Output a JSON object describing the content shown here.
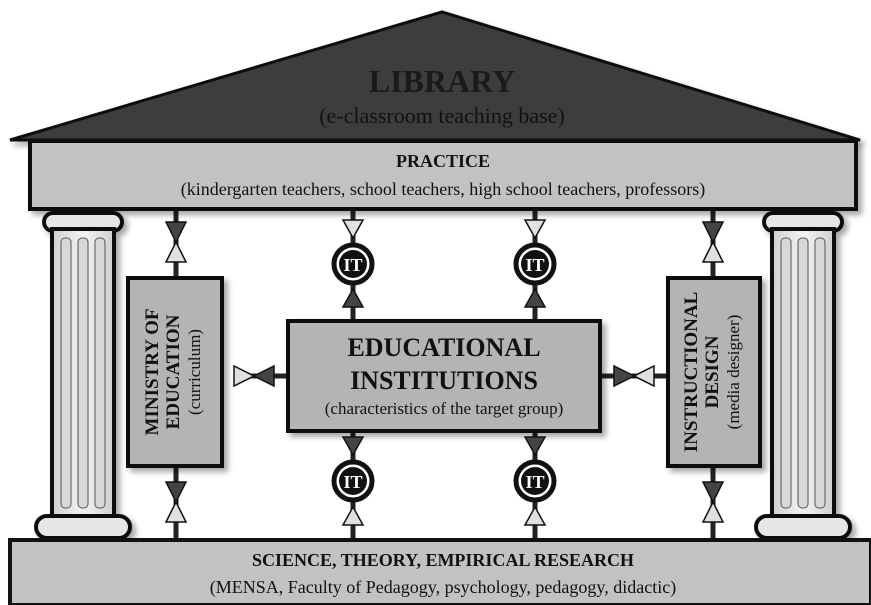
{
  "library": {
    "title": "LIBRARY",
    "subtitle": "(e-classroom teaching base)"
  },
  "practice": {
    "title": "PRACTICE",
    "subtitle": "(kindergarten teachers, school teachers, high school teachers, professors)"
  },
  "ministry": {
    "line1": "MINISTRY OF",
    "line2": "EDUCATION",
    "line3": "(curriculum)"
  },
  "institutions": {
    "line1": "EDUCATIONAL",
    "line2": "INSTITUTIONS",
    "line3": "(characteristics of the target group)"
  },
  "instructional": {
    "line1": "INSTRUCTIONAL",
    "line2": "DESIGN",
    "line3": "(media designer)"
  },
  "science": {
    "title": "SCIENCE, THEORY, EMPIRICAL RESEARCH",
    "subtitle": "(MENSA, Faculty of Pedagogy, psychology, pedagogy, didactic)"
  },
  "it_label": "IT",
  "colors": {
    "roof": "#3d3d3d",
    "roof_text": "#1a1a1a",
    "beam": "#c2c2c2",
    "box": "#b4b4b4",
    "column": "#e8e8e8",
    "outline": "#111111",
    "arrow_dark": "#444444",
    "arrow_light": "#e0e0e0"
  }
}
